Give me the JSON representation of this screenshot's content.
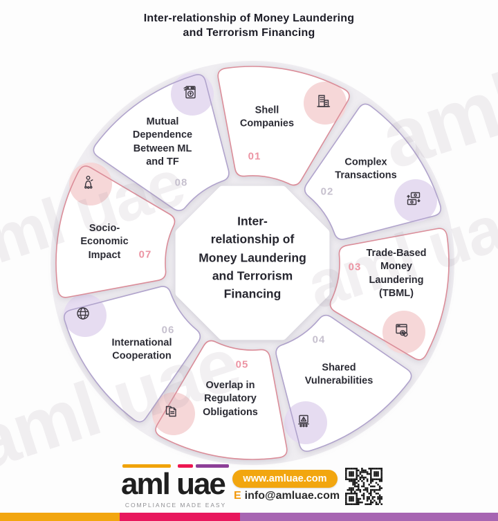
{
  "header": {
    "title": "Inter-relationship of Money Laundering\nand Terrorism Financing"
  },
  "center": {
    "title": "Inter-\nrelationship of\nMoney Laundering\nand Terrorism\nFinancing"
  },
  "watermark": {
    "text": "aml uae"
  },
  "segments": [
    {
      "number": "01",
      "label": "Shell\nCompanies",
      "icon": "building-icon",
      "accent": "#db8d99",
      "blob_color": "#f6d7d8",
      "number_color": "#ec94a3"
    },
    {
      "number": "02",
      "label": "Complex\nTransactions",
      "icon": "money-transfer-icon",
      "accent": "#b0a3cc",
      "blob_color": "#e6dcf1",
      "number_color": "#c6c0ce"
    },
    {
      "number": "03",
      "label": "Trade-Based\nMoney\nLaundering\n(TBML)",
      "icon": "trade-goods-icon",
      "accent": "#db8d99",
      "blob_color": "#f6d7d8",
      "number_color": "#ec94a3"
    },
    {
      "number": "04",
      "label": "Shared\nVulnerabilities",
      "icon": "hazard-cart-icon",
      "accent": "#b0a3cc",
      "blob_color": "#e6dcf1",
      "number_color": "#c6c0ce"
    },
    {
      "number": "05",
      "label": "Overlap in\nRegulatory\nObligations",
      "icon": "documents-icon",
      "accent": "#db8d99",
      "blob_color": "#f6d7d8",
      "number_color": "#ec94a3"
    },
    {
      "number": "06",
      "label": "International\nCooperation",
      "icon": "globe-icon",
      "accent": "#b0a3cc",
      "blob_color": "#e6dcf1",
      "number_color": "#c6c0ce"
    },
    {
      "number": "07",
      "label": "Socio-\nEconomic\nImpact",
      "icon": "socio-economic-icon",
      "accent": "#db8d99",
      "blob_color": "#f6d7d8",
      "number_color": "#ec94a3"
    },
    {
      "number": "08",
      "label": "Mutual\nDependence\nBetween ML\nand TF",
      "icon": "laundering-machine-icon",
      "accent": "#b0a3cc",
      "blob_color": "#e6dcf1",
      "number_color": "#c6c0ce"
    }
  ],
  "footer": {
    "logo_part1": "aml",
    "logo_part2": "uae",
    "tagline": "COMPLIANCE MADE EASY",
    "website": "www.amluae.com",
    "email_prefix": "E",
    "email": "info@amluae.com"
  },
  "colors": {
    "accent_red": "#db8d99",
    "accent_purple": "#b0a3cc",
    "blob_pink": "#f6d7d8",
    "blob_purple": "#e6dcf1",
    "number_pink": "#ec94a3",
    "number_gray": "#c6c0ce",
    "text_dark": "#23232e",
    "ring_gray": "#efedf1",
    "bar_orange": "#f2a60f",
    "bar_crimson": "#e8175d",
    "bar_purple": "#a765b2",
    "logo_orange": "#f0a30a",
    "logo_red": "#ed1650",
    "logo_purple": "#8d3f98",
    "pill_bg": "#f2a60f"
  }
}
